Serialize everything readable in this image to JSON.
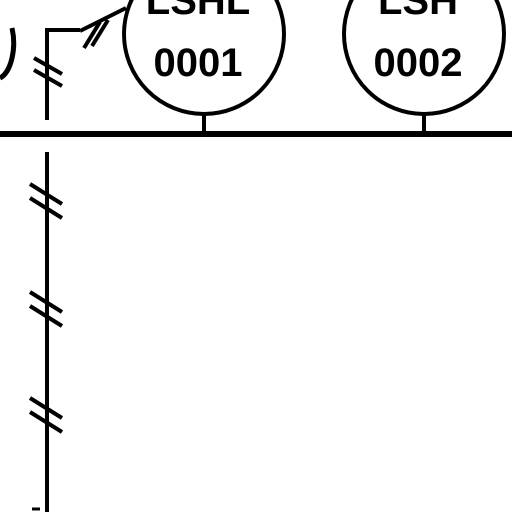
{
  "colors": {
    "ink": "#000000",
    "background": "#ffffff"
  },
  "instruments": [
    {
      "tag_top": "LSHL",
      "tag_number": "0001"
    },
    {
      "tag_top": "LSH",
      "tag_number": "0002"
    }
  ]
}
